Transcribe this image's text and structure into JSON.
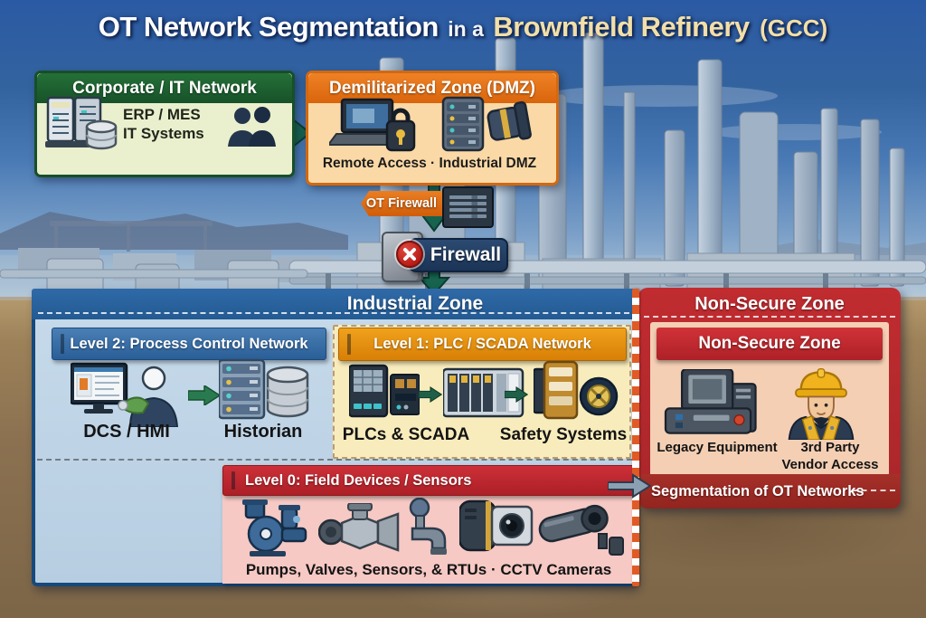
{
  "title": {
    "main": "OT Network Segmentation",
    "connector": "in a",
    "highlight": "Brownfield Refinery",
    "suffix": "(GCC)"
  },
  "corporate_box": {
    "header": "Corporate / IT Network",
    "label_line1": "ERP / MES",
    "label_line2": "IT Systems"
  },
  "dmz_box": {
    "header": "Demilitarized Zone (DMZ)",
    "label": "Remote Access  ·  Industrial DMZ"
  },
  "firewalls": {
    "ot_firewall_label": "OT Firewall",
    "firewall_label": "Firewall"
  },
  "industrial_zone": {
    "header": "Industrial Zone",
    "level2": {
      "header": "Level 2: Process Control Network",
      "item1_label": "DCS / HMI",
      "item2_label": "Historian"
    },
    "level1": {
      "header": "Level 1: PLC / SCADA Network",
      "item1_label": "PLCs & SCADA",
      "item2_label": "Safety Systems"
    },
    "level0": {
      "header": "Level 0: Field Devices / Sensors",
      "label": "Pumps, Valves, Sensors, & RTUs  ·  CCTV Cameras"
    }
  },
  "non_secure_zone": {
    "zone_header": "Non-Secure Zone",
    "inner_header": "Non-Secure Zone",
    "item1_label": "Legacy Equipment",
    "item2_label_line1": "3rd Party",
    "item2_label_line2": "Vendor Access",
    "footer_label": "Segmentation of OT Networks"
  },
  "colors": {
    "corporate_green": "#175229",
    "dmz_orange": "#e2711d",
    "industrial_blue": "#235a92",
    "level2_blue": "#2f6da8",
    "level1_orange": "#e8940f",
    "level0_red": "#c1272d",
    "non_secure_red": "#b5272b",
    "segmentation_dark_red": "#9e2b27",
    "firewall_navy": "#1e3a5f",
    "arrow_green": "#176350",
    "title_cream": "#f2dfa8"
  },
  "icons": {
    "it-server-icon": "server towers with database cylinder",
    "it-users-icon": "two user silhouettes",
    "remote-access-icon": "laptop with padlock",
    "industrial-dmz-icon": "server rack with pipe coupling",
    "firewall-appliance-icon": "gray firewall appliance box",
    "blocked-x-icon": "red circle with white X",
    "hmi-operator-icon": "operator at DCS monitor",
    "historian-icon": "server rack with database",
    "plc-scada-icon": "PLC control panels",
    "plc-rack-icon": "PLC module rack",
    "safety-system-icon": "safety module with valve wheel",
    "pump-icon": "blue process pump",
    "valve-icon": "gray control valve",
    "sensor-icon": "field sensor fitting",
    "field-camera-icon": "field instrument camera",
    "cctv-camera-icon": "CCTV bullet camera",
    "legacy-computer-icon": "legacy desktop computer",
    "vendor-worker-icon": "contractor with hard hat",
    "flow-arrow-icon": "green flow arrow"
  }
}
